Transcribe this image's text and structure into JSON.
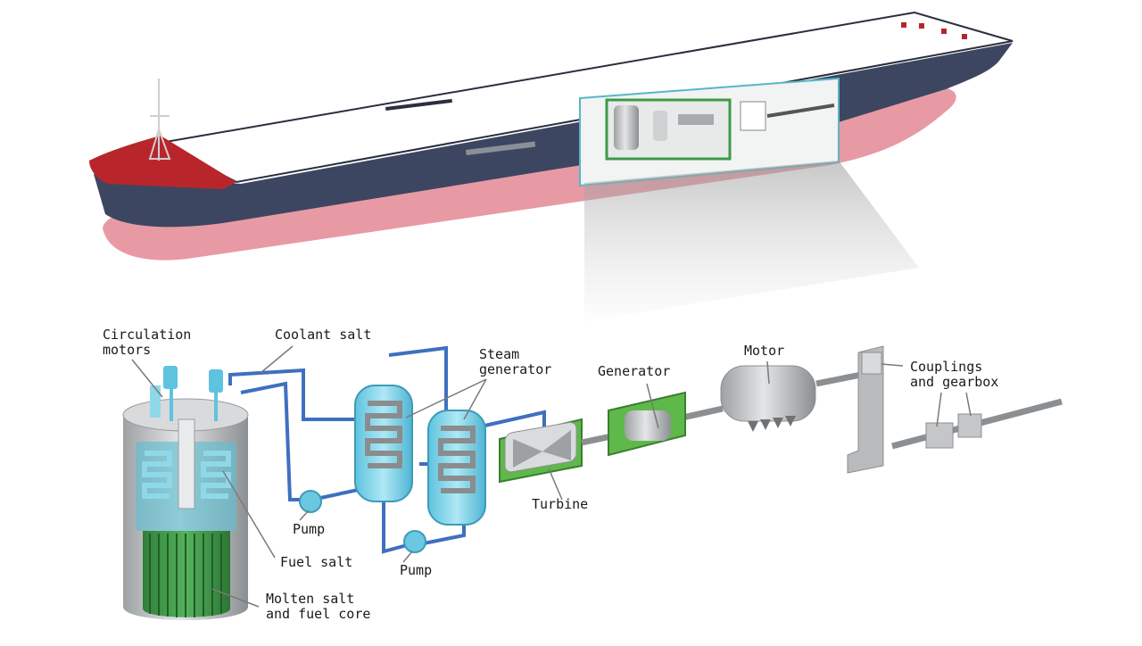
{
  "labels": {
    "circulation_motors": [
      "Circulation",
      "motors"
    ],
    "coolant_salt": "Coolant salt",
    "steam_generator": [
      "Steam",
      "generator"
    ],
    "generator": "Generator",
    "motor": "Motor",
    "couplings_gearbox": [
      "Couplings",
      "and gearbox"
    ],
    "pump_1": "Pump",
    "pump_2": "Pump",
    "fuel_salt": "Fuel salt",
    "turbine": "Turbine",
    "molten_core": [
      "Molten salt",
      "and fuel core"
    ]
  },
  "colors": {
    "hull_dark": "#3c4660",
    "hull_pink": "#e89aa4",
    "bow_red": "#b8262b",
    "deck": "#ffffff",
    "coolant_pipe": "#3f6fc0",
    "vessel_cyan": "#7fd4ea",
    "core_green": "#3e9a48",
    "casing_green": "#5fb84a",
    "metal_gray": "#b8babc",
    "callout_gray": "#7a7a7a"
  }
}
